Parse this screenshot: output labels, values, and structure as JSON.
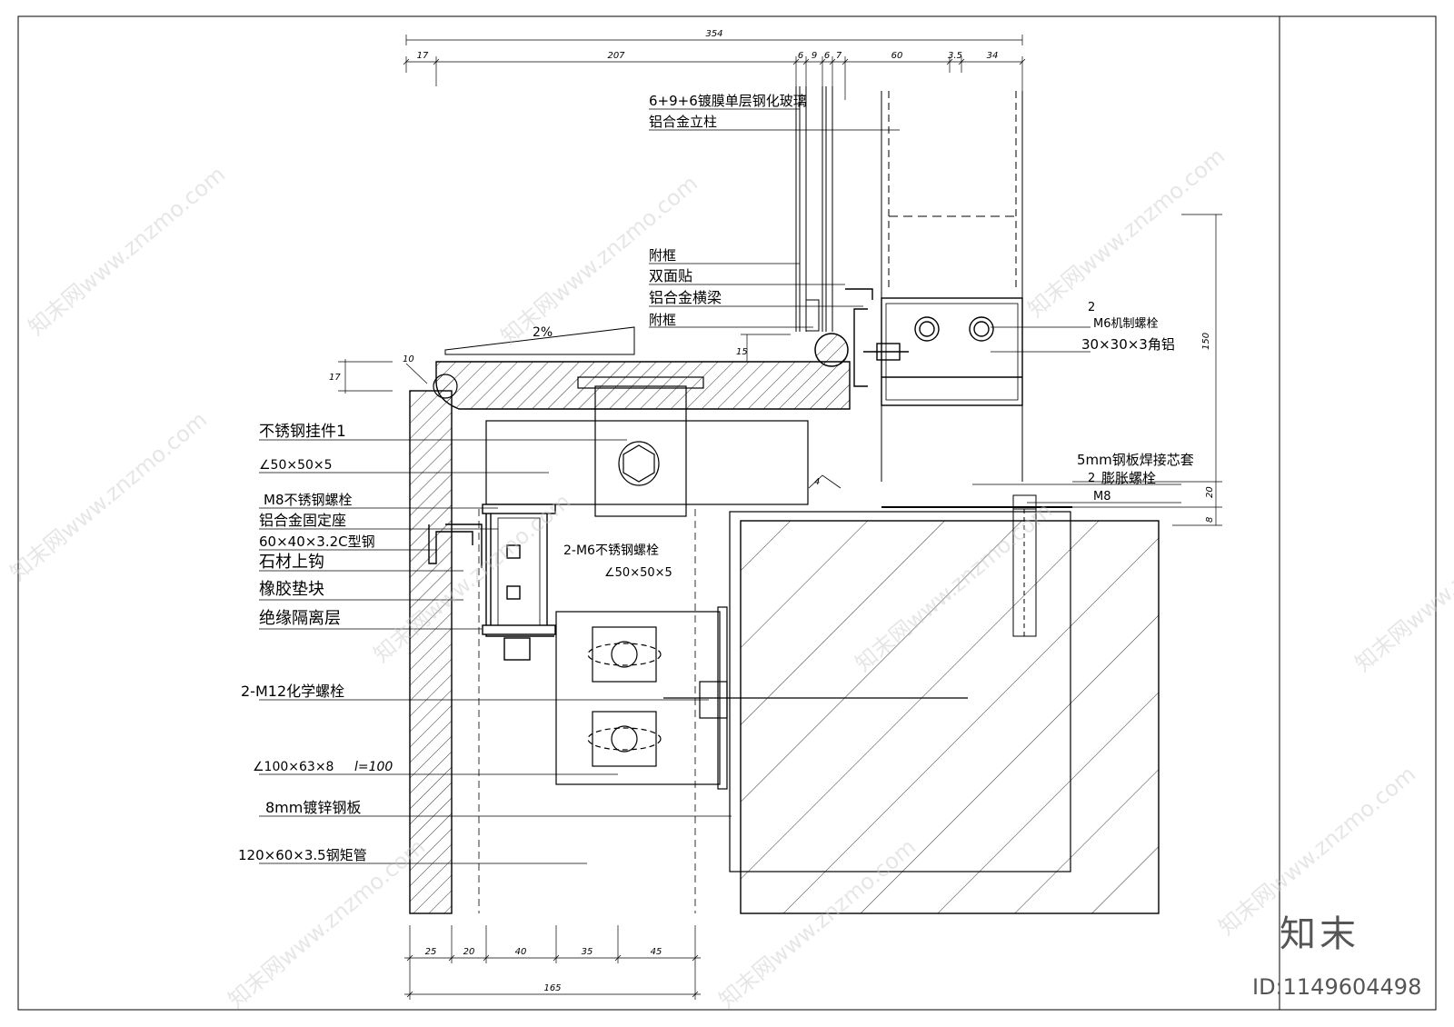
{
  "top_dimensions": {
    "overall": "354",
    "segments": [
      "17",
      "207",
      "6",
      "9",
      "6",
      "7",
      "60",
      "3.5",
      "34"
    ]
  },
  "bottom_dimensions": {
    "overall": "165",
    "segments": [
      "25",
      "20",
      "40",
      "35",
      "45"
    ]
  },
  "right_dimensions": [
    "150",
    "20",
    "8"
  ],
  "small_dimensions": {
    "left_height": "17",
    "chamfer": "10",
    "sill_height": "15",
    "slope": "2%",
    "weld": "4"
  },
  "labels_top": {
    "glass": "6+9+6镀膜单层钢化玻璃",
    "mullion": "铝合金立柱",
    "subframe_1": "附框",
    "tape": "双面贴",
    "transom": "铝合金横梁",
    "subframe_2": "附框"
  },
  "labels_right": {
    "machine_bolt_qty": "2",
    "machine_bolt": "M6机制螺栓",
    "angle_alu": "30×30×3角铝",
    "plate": "5mm钢板焊接芯套",
    "expansion_qty": "2",
    "expansion": "膨胀螺栓",
    "m8": "M8"
  },
  "labels_left": {
    "hanger": "不锈钢挂件1",
    "angle_1": "∠50×50×5",
    "bolt_m8": "M8不锈钢螺栓",
    "alu_seat": "铝合金固定座",
    "channel": "60×40×3.2C型钢",
    "hook": "石材上钩",
    "rubber": "橡胶垫块",
    "insulation": "绝缘隔离层",
    "chem_bolt": "2-M12化学螺栓",
    "angle_3": "∠100×63×8",
    "l_len": "l=100",
    "galv_plate": "8mm镀锌钢板",
    "tube": "120×60×3.5钢矩管"
  },
  "labels_middle": {
    "m6_bolt": "2-M6不锈钢螺栓",
    "angle_2": "∠50×50×5"
  },
  "watermark": "知末网www.znzmo.com",
  "brand": "知末",
  "id_text": "ID:1149604498"
}
